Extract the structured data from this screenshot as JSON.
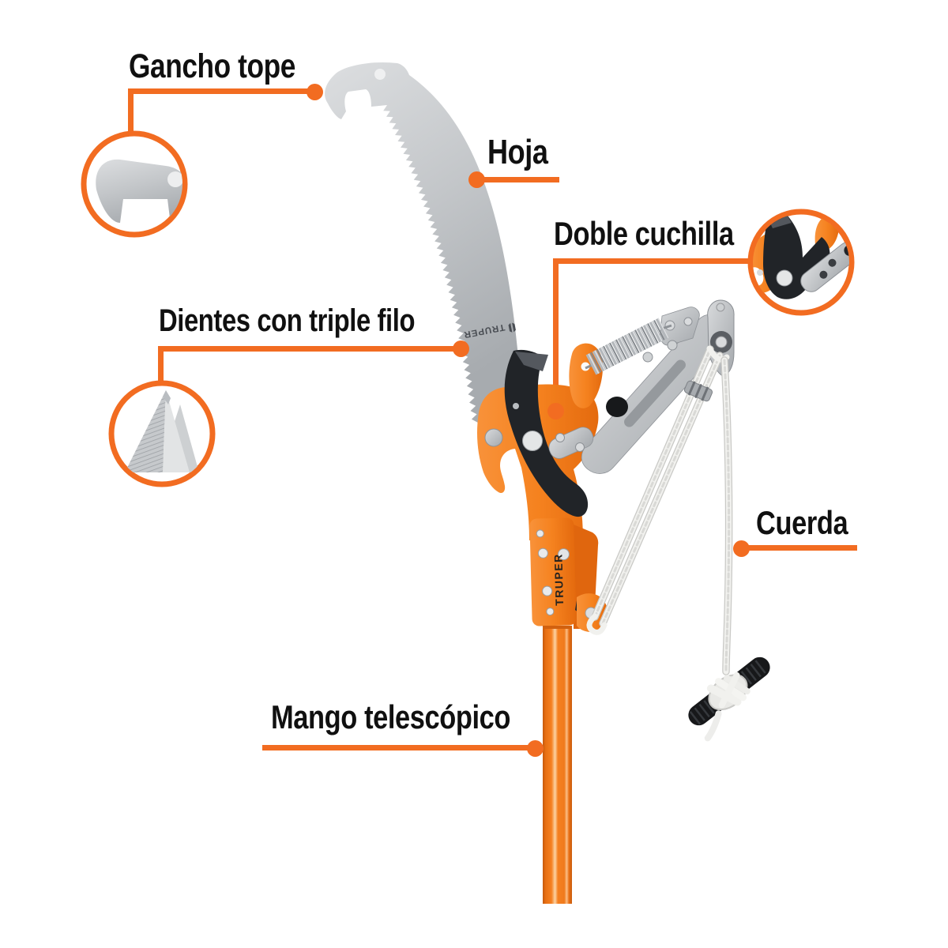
{
  "diagram": {
    "brand": "TRUPER",
    "colors": {
      "accent": "#F26C21",
      "product_orange": "#F5821F",
      "metal_gray": "#C9CCCF",
      "blade_black": "#212428",
      "rope_white": "#F1F1EE"
    },
    "callouts": {
      "gancho_tope": {
        "label": "Gancho tope",
        "icon": "hook-detail-icon"
      },
      "hoja": {
        "label": "Hoja"
      },
      "doble_cuchilla": {
        "label": "Doble cuchilla",
        "icon": "double-blade-detail-icon"
      },
      "dientes": {
        "label": "Dientes con triple filo",
        "icon": "saw-tooth-detail-icon"
      },
      "cuerda": {
        "label": "Cuerda"
      },
      "mango": {
        "label": "Mango telescópico"
      }
    }
  }
}
